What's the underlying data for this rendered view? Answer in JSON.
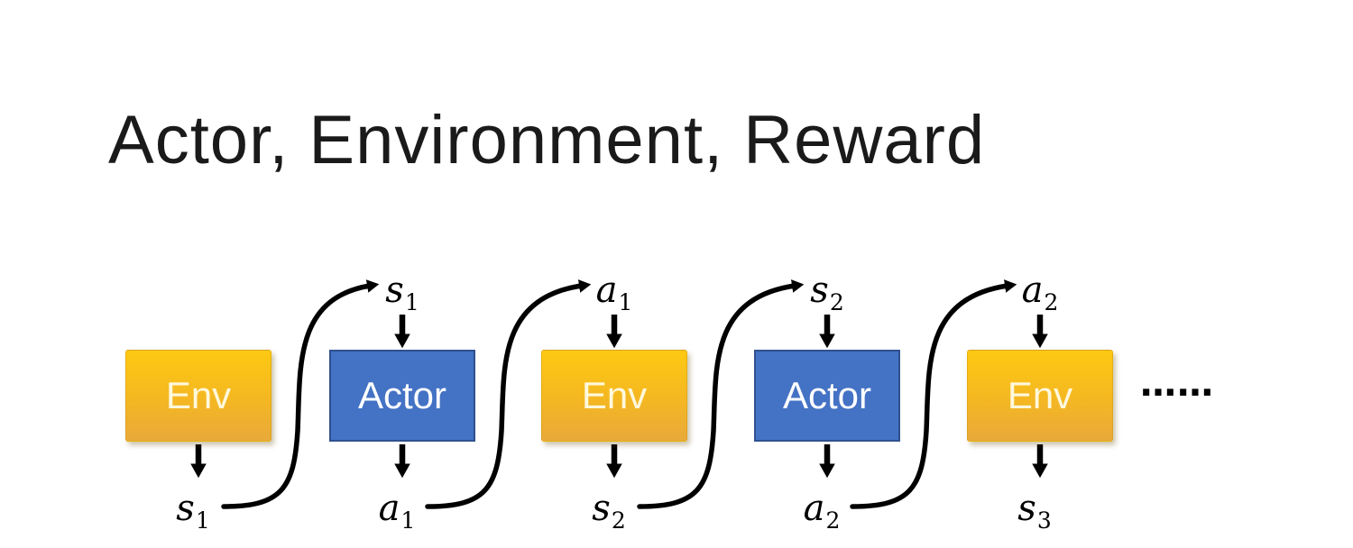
{
  "title": "Actor, Environment, Reward",
  "diagram": {
    "boxes": [
      {
        "id": "env-1",
        "type": "env",
        "label": "Env"
      },
      {
        "id": "actor-1",
        "type": "actor",
        "label": "Actor"
      },
      {
        "id": "env-2",
        "type": "env",
        "label": "Env"
      },
      {
        "id": "actor-2",
        "type": "actor",
        "label": "Actor"
      },
      {
        "id": "env-3",
        "type": "env",
        "label": "Env"
      }
    ],
    "top_labels": [
      {
        "var": "s",
        "sub": "1"
      },
      {
        "var": "a",
        "sub": "1"
      },
      {
        "var": "s",
        "sub": "2"
      },
      {
        "var": "a",
        "sub": "2"
      }
    ],
    "bottom_labels": [
      {
        "var": "s",
        "sub": "1"
      },
      {
        "var": "a",
        "sub": "1"
      },
      {
        "var": "s",
        "sub": "2"
      },
      {
        "var": "a",
        "sub": "2"
      },
      {
        "var": "s",
        "sub": "3"
      }
    ],
    "ellipsis": "……",
    "colors": {
      "env_top": "#FEC913",
      "env_bottom": "#E9A93B",
      "env_text": "#FFF8DC",
      "actor_fill": "#4472C4",
      "actor_border": "#2F528F",
      "actor_text": "#FFFFFF",
      "arrow": "#000000",
      "title_text": "#1A1A1A",
      "background": "#FFFFFF"
    }
  }
}
